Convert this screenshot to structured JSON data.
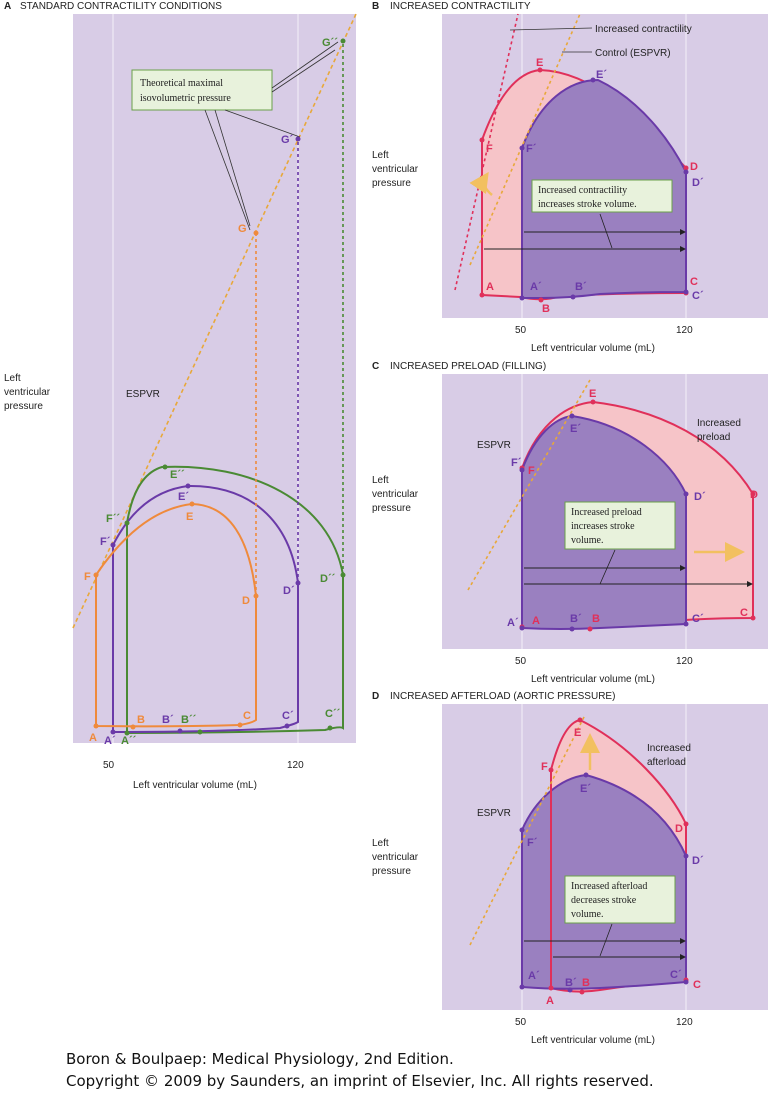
{
  "panels": {
    "A": {
      "letter": "A",
      "title": "STANDARD CONTRACTILITY CONDITIONS",
      "ylabel": [
        "Left",
        "ventricular",
        "pressure"
      ],
      "xlabel": "Left ventricular volume (mL)",
      "ticks": [
        "50",
        "120"
      ],
      "espvr": "ESPVR",
      "callout": [
        "Theoretical maximal",
        "isovolumetric pressure"
      ],
      "points": {
        "orange": [
          "A",
          "B",
          "C",
          "D",
          "E",
          "F",
          "G"
        ],
        "purple": [
          "A´",
          "B´",
          "C´",
          "D´",
          "E´",
          "F´",
          "G´"
        ],
        "green": [
          "A´´",
          "B´´",
          "C´´",
          "D´´",
          "E´´",
          "F´´",
          "G´´"
        ]
      }
    },
    "B": {
      "letter": "B",
      "title": "INCREASED CONTRACTILITY",
      "ylabel": [
        "Left",
        "ventricular",
        "pressure"
      ],
      "xlabel": "Left ventricular volume (mL)",
      "ticks": [
        "50",
        "120"
      ],
      "legend": [
        "Increased contractility",
        "Control (ESPVR)"
      ],
      "note": [
        "Increased contractility",
        "increases stroke volume."
      ],
      "points_red": [
        "A",
        "B",
        "C",
        "D",
        "E",
        "F"
      ],
      "points_purple": [
        "A´",
        "B´",
        "C´",
        "D´",
        "E´",
        "F´"
      ]
    },
    "C": {
      "letter": "C",
      "title": "INCREASED PRELOAD (FILLING)",
      "ylabel": [
        "Left",
        "ventricular",
        "pressure"
      ],
      "xlabel": "Left ventricular volume (mL)",
      "ticks": [
        "50",
        "120"
      ],
      "espvr": "ESPVR",
      "side": [
        "Increased",
        "preload"
      ],
      "note": [
        "Increased preload",
        "increases stroke",
        "volume."
      ],
      "points_red": [
        "A",
        "B",
        "C",
        "D",
        "E",
        "F"
      ],
      "points_purple": [
        "A´",
        "B´",
        "C´",
        "D´",
        "E´",
        "F´"
      ]
    },
    "D": {
      "letter": "D",
      "title": "INCREASED AFTERLOAD (AORTIC PRESSURE)",
      "ylabel": [
        "Left",
        "ventricular",
        "pressure"
      ],
      "xlabel": "Left ventricular volume (mL)",
      "ticks": [
        "50",
        "120"
      ],
      "espvr": "ESPVR",
      "side": [
        "Increased",
        "afterload"
      ],
      "note": [
        "Increased afterload",
        "decreases stroke",
        "volume."
      ],
      "points_red": [
        "A",
        "B",
        "C",
        "D",
        "E",
        "F"
      ],
      "points_purple": [
        "A´",
        "B´",
        "C´",
        "D´",
        "E´",
        "F´"
      ]
    }
  },
  "credit": {
    "line1": "Boron & Boulpaep: Medical Physiology, 2nd Edition.",
    "line2": "Copyright © 2009 by Saunders, an imprint of Elsevier, Inc. All rights reserved."
  },
  "colors": {
    "panel_bg": "#d8cce6",
    "control_fill": "#9a80c0",
    "control_line": "#6a3aa8",
    "red_line": "#e0305a",
    "red_fill": "#f6c4c8",
    "orange": "#ef8a3c",
    "green": "#4a8a34",
    "espvr": "#e8a83a",
    "callout_bg": "#e8f2dc",
    "callout_border": "#6aa04a"
  }
}
